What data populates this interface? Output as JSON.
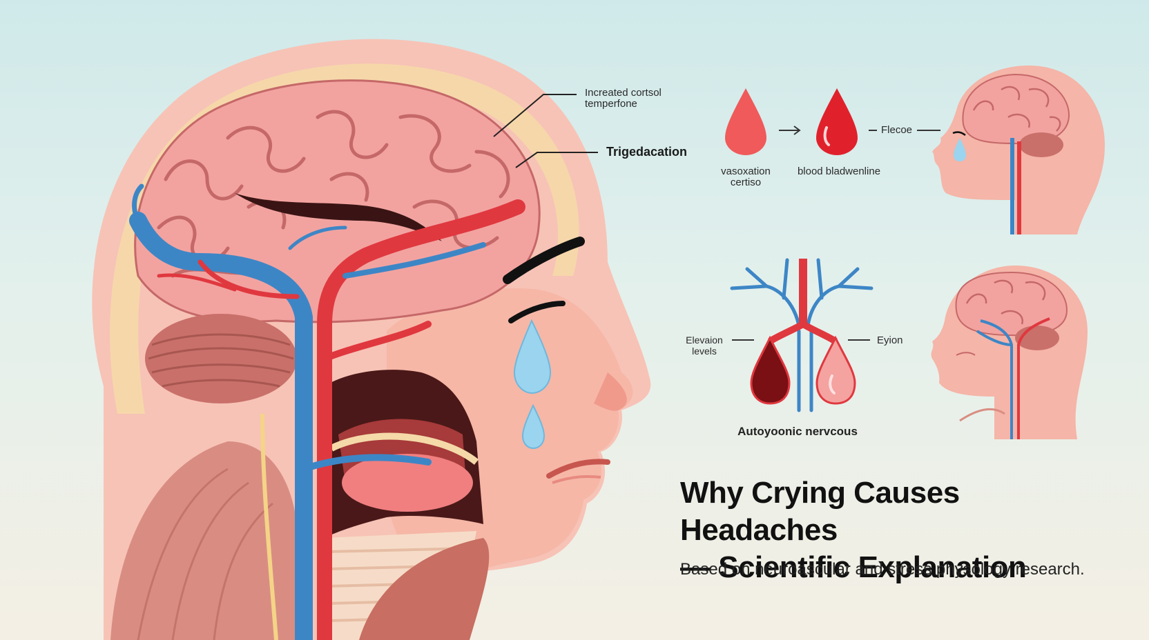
{
  "labels": {
    "cortisol_line1": "Increated cortsol",
    "cortisol_line2": "temperfone",
    "trigedacation": "Trigedacation",
    "vasoconstriction_line1": "vasoxation",
    "vasoconstriction_line2": "certiso",
    "blood_adrenaline": "blood bladwenline",
    "flecoe": "Flecoe",
    "elevation_line1": "Elevaion",
    "elevation_line2": "levels",
    "eyion": "Eyion",
    "autonomic": "Autoyoonic nervcous"
  },
  "title": {
    "line1": "Why Crying Causes Headaches",
    "line2": "— Scientific Explanation"
  },
  "subtitle": "Based on neuroascular and stress physology research.",
  "colors": {
    "skin": "#f5b5a8",
    "brain": "#f2a3a0",
    "artery": "#e0383f",
    "vein": "#3d86c6",
    "tear": "#9ad4ef"
  }
}
